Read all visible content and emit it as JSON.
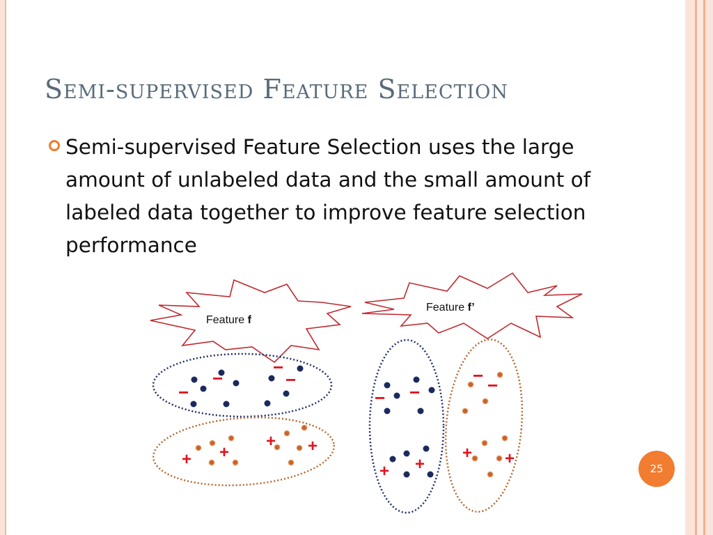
{
  "slide": {
    "title": "Semi-supervised Feature Selection",
    "bullet": "Semi-supervised Feature Selection uses the large amount of unlabeled data and the small amount of labeled data together to improve feature selection performance",
    "page_number": "25"
  },
  "figure": {
    "feature_f_prefix": "Feature ",
    "feature_f_name": "f",
    "feature_f2_prefix": "Feature ",
    "feature_f2_name": "f’",
    "minus_symbol": "−",
    "plus_symbol": "+"
  },
  "colors": {
    "accent": "#f07a2c",
    "title": "#596b7a",
    "navy_point": "#1b2a5c",
    "orange_point": "#c8642a",
    "label_red": "#e0141e",
    "navy_cluster": "#1d2d66",
    "brown_cluster": "#b5672d",
    "burst_stroke": "#c0282d"
  }
}
